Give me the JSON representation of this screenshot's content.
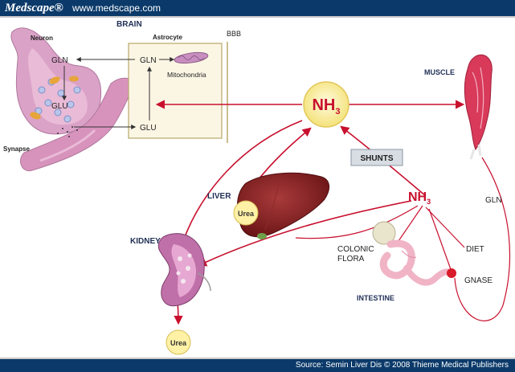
{
  "header": {
    "brand": "Medscape®",
    "url": "www.medscape.com"
  },
  "footer": {
    "source": "Source: Semin Liver Dis © 2008 Thieme Medical Publishers"
  },
  "diagram": {
    "brain_label": "BRAIN",
    "neuron_label": "Neuron",
    "astrocyte_label": "Astrocyte",
    "bbb_label": "BBB",
    "gln_neuron": "GLN",
    "glu_neuron": "GLU",
    "gln_astro": "GLN",
    "glu_astro": "GLU",
    "mitochondria_label": "Mitochondria",
    "synapse_label": "Synapse",
    "muscle_label": "MUSCLE",
    "nh3_center": {
      "main": "NH",
      "sub": "3"
    },
    "shunts_label": "SHUNTS",
    "nh3_gut": {
      "main": "NH",
      "sub": "3"
    },
    "liver_label": "LIVER",
    "urea_liver": "Urea",
    "kidney_label": "KIDNEY",
    "urea_kidney": "Urea",
    "colonic_label_1": "COLONIC",
    "colonic_label_2": "FLORA",
    "diet_label": "DIET",
    "gnase_label": "GNASE",
    "intestine_label": "INTESTINE",
    "gln_side": "GLN"
  },
  "colors": {
    "header_bg": "#0b3a6a",
    "arrow_red": "#c8102e",
    "nh3_circle": "#fff3b0",
    "astro_box": "#fbf6e4"
  }
}
